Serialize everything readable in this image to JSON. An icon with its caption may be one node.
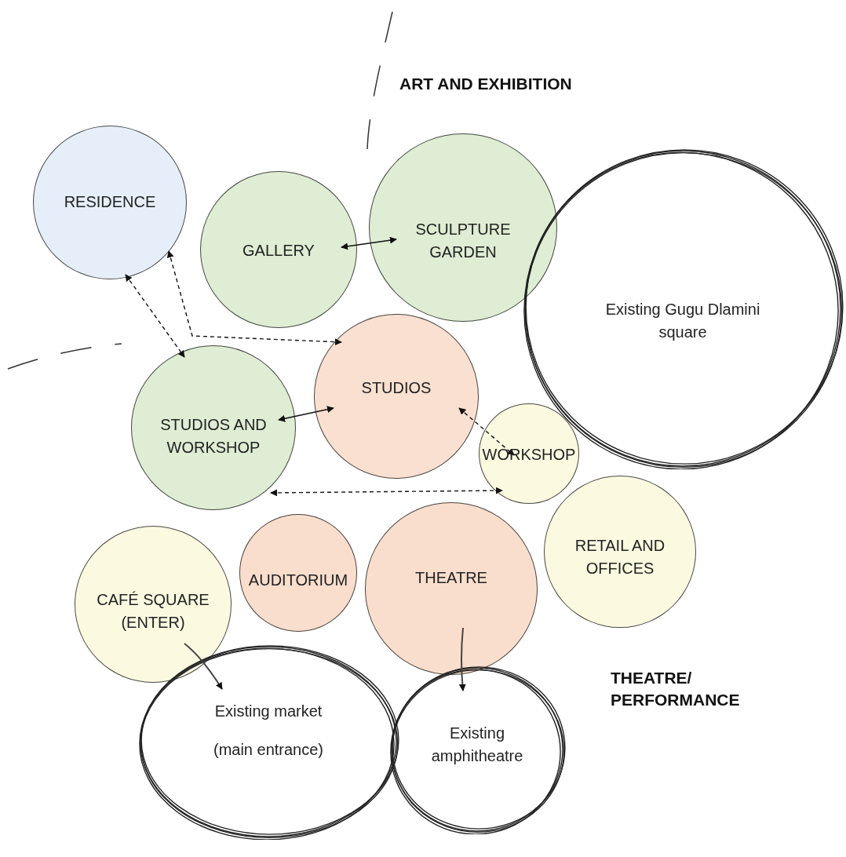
{
  "diagram": {
    "nodes": [
      {
        "text": [
          "RESIDENCE"
        ]
      },
      {
        "text": [
          "GALLERY"
        ]
      },
      {
        "text": [
          "SCULPTURE GARDEN"
        ]
      },
      {
        "text": [
          "Existing Gugu Dlamini square"
        ]
      },
      {
        "text": [
          "STUDIOS AND WORKSHOP"
        ]
      },
      {
        "text": [
          "STUDIOS"
        ]
      },
      {
        "text": [
          "WORKSHOP"
        ]
      },
      {
        "text": [
          "AUDITORIUM"
        ]
      },
      {
        "text": [
          "THEATRE"
        ]
      },
      {
        "text": [
          "RETAIL AND OFFICES"
        ]
      },
      {
        "text": [
          "CAFÉ SQUARE (ENTER)"
        ]
      },
      {
        "text": [
          "Existing market",
          "(main entrance)"
        ]
      },
      {
        "text": [
          "Existing amphitheatre"
        ]
      }
    ],
    "edges": [
      {
        "from": 1,
        "to": 2,
        "arrow": "both"
      },
      {
        "from": 0,
        "to": 5,
        "arrow": "both",
        "style": "dashed"
      },
      {
        "from": 0,
        "to": 4,
        "arrow": "both",
        "style": "dashed"
      },
      {
        "from": 4,
        "to": 5,
        "arrow": "both"
      },
      {
        "from": 5,
        "to": 6,
        "arrow": "both",
        "style": "dashed"
      },
      {
        "from": 4,
        "to": 6,
        "arrow": "both",
        "style": "dashed"
      },
      {
        "from": 10,
        "to": 11,
        "arrow": "to"
      },
      {
        "from": 8,
        "to": 12,
        "arrow": "to"
      }
    ],
    "labels": [
      "ART AND EXHIBITION",
      "THEATRE/ PERFORMANCE"
    ]
  }
}
